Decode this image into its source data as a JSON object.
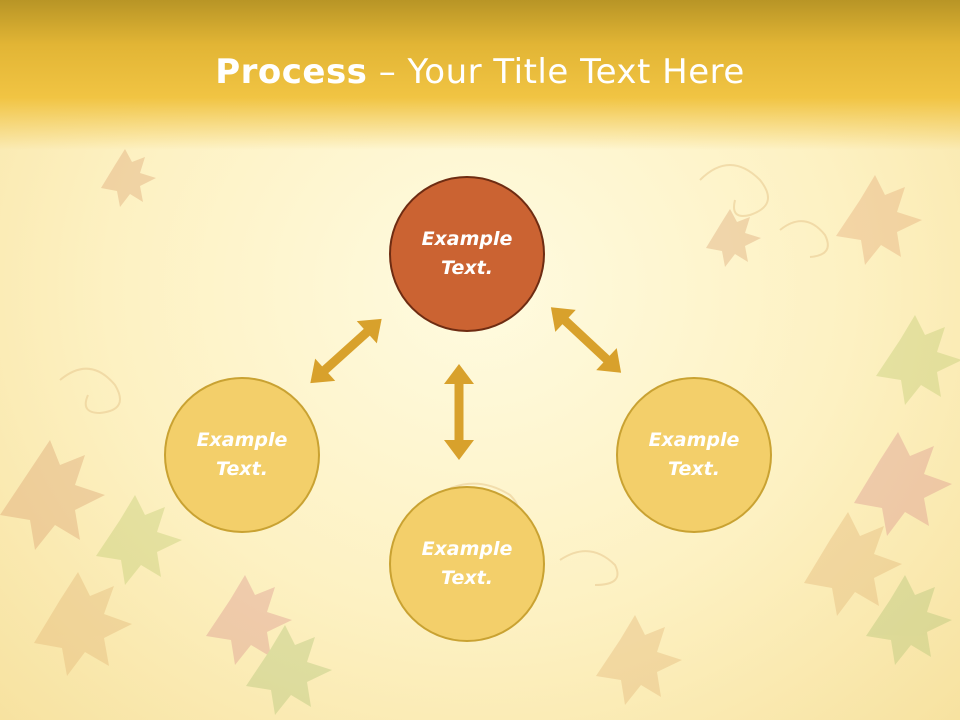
{
  "header": {
    "title_bold": "Process",
    "title_rest": " – Your Title Text Here"
  },
  "diagram": {
    "center": {
      "text": "Example Text."
    },
    "left": {
      "text": "Example Text."
    },
    "right": {
      "text": "Example Text."
    },
    "bottom": {
      "text": "Example Text."
    }
  },
  "colors": {
    "center_fill": "#cb6332",
    "node_fill": "#f3cf6a",
    "arrow": "#d8a12c",
    "header": "#e2b535"
  }
}
